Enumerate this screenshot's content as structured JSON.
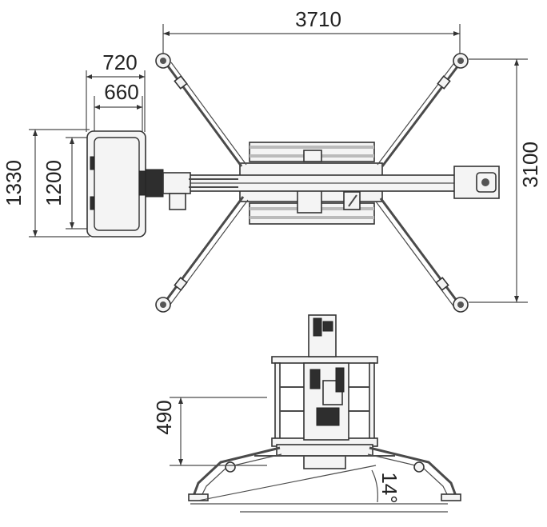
{
  "dimensions": {
    "total_width": "3710",
    "outrigger_span": "3100",
    "basket_outer_width": "720",
    "basket_inner_width": "660",
    "basket_outer_length": "1330",
    "basket_inner_length": "1200",
    "base_height": "490",
    "angle": "14°"
  }
}
